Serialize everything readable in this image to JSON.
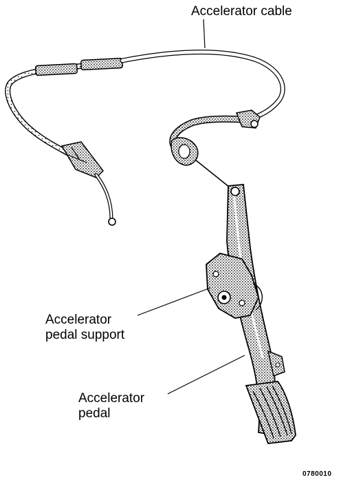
{
  "labels": {
    "cable": "Accelerator cable",
    "pedal_support_line1": "Accelerator",
    "pedal_support_line2": "pedal support",
    "pedal_line1": "Accelerator",
    "pedal_line2": "pedal"
  },
  "figure_code": "0780010",
  "colors": {
    "ink": "#000000",
    "paper": "#ffffff",
    "shade": "#9a9a9a"
  }
}
